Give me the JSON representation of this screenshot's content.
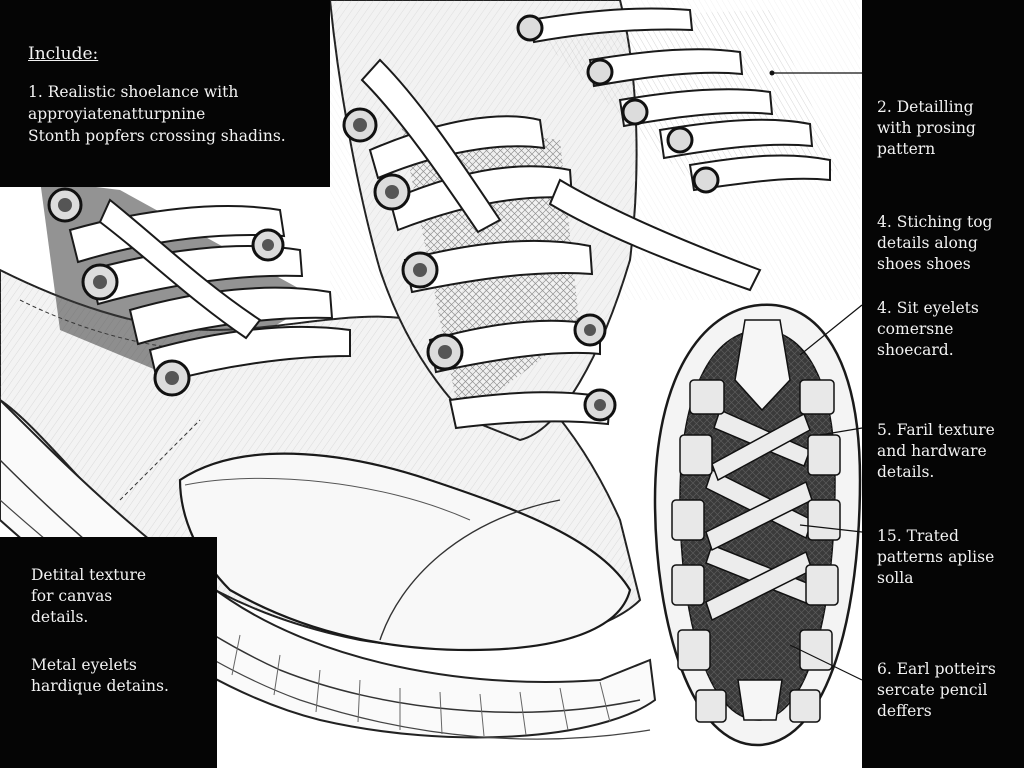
{
  "top_left": {
    "title": "Include:",
    "line1": "1. Realistic shoelance with",
    "line2": "approyiatenatturpnine",
    "line3": "Stonth popfers crossing shadins."
  },
  "bottom_left": {
    "block1": "Detital texture\nfor canvas\ndetails.",
    "block2": "Metal eyelets\nhardique detains."
  },
  "right_callouts": [
    "2. Detailling\nwith prosing\npattern",
    "4. Stiching tog\ndetails along\nshoes shoes",
    "4. Sit eyelets\ncomersne\nshoecard.",
    "5. Faril texture\nand hardware\ndetails.",
    "15. Trated\npatterns aplise\nsolla",
    "6. Earl potteirs\nsercate pencil\ndeffers"
  ],
  "colors": {
    "panel": "#050505",
    "text": "#f2f2f2",
    "ink": "#1a1a1a",
    "paper": "#ffffff"
  }
}
